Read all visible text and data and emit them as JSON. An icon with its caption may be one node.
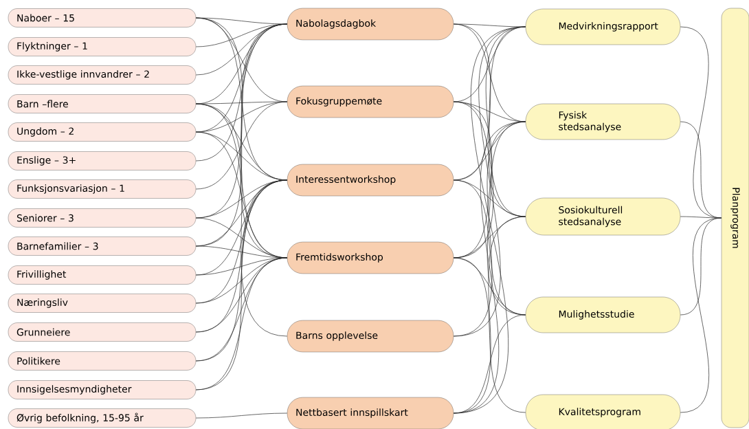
{
  "diagram": {
    "nodes": [
      {
        "text": [
          "Naboer – 15"
        ]
      },
      {
        "text": [
          "Flyktninger – 1"
        ]
      },
      {
        "text": [
          "Ikke-vestlige innvandrer – 2"
        ]
      },
      {
        "text": [
          "Barn –flere"
        ]
      },
      {
        "text": [
          "Ungdom – 2"
        ]
      },
      {
        "text": [
          "Enslige – 3+"
        ]
      },
      {
        "text": [
          "Funksjonsvariasjon – 1"
        ]
      },
      {
        "text": [
          "Seniorer – 3"
        ]
      },
      {
        "text": [
          "Barnefamilier – 3"
        ]
      },
      {
        "text": [
          "Frivillighet"
        ]
      },
      {
        "text": [
          "Næringsliv"
        ]
      },
      {
        "text": [
          "Grunneiere"
        ]
      },
      {
        "text": [
          "Politikere"
        ]
      },
      {
        "text": [
          "Innsigelsesmyndigheter"
        ]
      },
      {
        "text": [
          "Øvrig befolkning, 15-95 år"
        ]
      },
      {
        "text": [
          "Nabolagsdagbok"
        ]
      },
      {
        "text": [
          "Fokusgruppemøte"
        ]
      },
      {
        "text": [
          "Interessentworkshop"
        ]
      },
      {
        "text": [
          "Fremtidsworkshop"
        ]
      },
      {
        "text": [
          "Barns opplevelse"
        ]
      },
      {
        "text": [
          "Nettbasert innspillskart"
        ]
      },
      {
        "text": [
          "Medvirkningsrapport"
        ]
      },
      {
        "text": [
          "Fysisk stedsanalyse"
        ]
      },
      {
        "text": [
          "Sosiokulturell stedsanalyse"
        ]
      },
      {
        "text": [
          "Mulighetsstudie"
        ]
      },
      {
        "text": [
          "Kvalitetsprogram"
        ]
      },
      {
        "text": [
          "Planprogram"
        ]
      }
    ],
    "edges": [
      {
        "from": 0,
        "to": 15,
        "arrow": "none"
      },
      {
        "from": 0,
        "to": 16,
        "arrow": "none"
      },
      {
        "from": 0,
        "to": 17,
        "arrow": "none"
      },
      {
        "from": 0,
        "to": 18,
        "arrow": "none"
      },
      {
        "from": 1,
        "to": 15,
        "arrow": "none"
      },
      {
        "from": 2,
        "to": 15,
        "arrow": "none"
      },
      {
        "from": 3,
        "to": 15,
        "arrow": "none"
      },
      {
        "from": 3,
        "to": 16,
        "arrow": "none"
      },
      {
        "from": 3,
        "to": 17,
        "arrow": "none"
      },
      {
        "from": 3,
        "to": 18,
        "arrow": "none"
      },
      {
        "from": 3,
        "to": 19,
        "arrow": "none"
      },
      {
        "from": 4,
        "to": 15,
        "arrow": "none"
      },
      {
        "from": 4,
        "to": 16,
        "arrow": "none"
      },
      {
        "from": 4,
        "to": 17,
        "arrow": "none"
      },
      {
        "from": 4,
        "to": 18,
        "arrow": "none"
      },
      {
        "from": 5,
        "to": 15,
        "arrow": "none"
      },
      {
        "from": 6,
        "to": 16,
        "arrow": "none"
      },
      {
        "from": 7,
        "to": 15,
        "arrow": "none"
      },
      {
        "from": 7,
        "to": 17,
        "arrow": "none"
      },
      {
        "from": 7,
        "to": 18,
        "arrow": "none"
      },
      {
        "from": 8,
        "to": 15,
        "arrow": "none"
      },
      {
        "from": 8,
        "to": 17,
        "arrow": "none"
      },
      {
        "from": 8,
        "to": 18,
        "arrow": "none"
      },
      {
        "from": 9,
        "to": 17,
        "arrow": "none"
      },
      {
        "from": 9,
        "to": 18,
        "arrow": "none"
      },
      {
        "from": 10,
        "to": 17,
        "arrow": "none"
      },
      {
        "from": 10,
        "to": 18,
        "arrow": "none"
      },
      {
        "from": 11,
        "to": 17,
        "arrow": "none"
      },
      {
        "from": 11,
        "to": 18,
        "arrow": "none"
      },
      {
        "from": 12,
        "to": 17,
        "arrow": "none"
      },
      {
        "from": 12,
        "to": 18,
        "arrow": "none"
      },
      {
        "from": 13,
        "to": 17,
        "arrow": "none"
      },
      {
        "from": 13,
        "to": 18,
        "arrow": "none"
      },
      {
        "from": 14,
        "to": 20,
        "arrow": "none"
      },
      {
        "from": 15,
        "to": 21,
        "arrow": "none"
      },
      {
        "from": 15,
        "to": 22,
        "arrow": "none"
      },
      {
        "from": 15,
        "to": 23,
        "arrow": "none"
      },
      {
        "from": 16,
        "to": 21,
        "arrow": "none"
      },
      {
        "from": 16,
        "to": 22,
        "arrow": "none"
      },
      {
        "from": 16,
        "to": 23,
        "arrow": "none"
      },
      {
        "from": 16,
        "to": 24,
        "arrow": "none"
      },
      {
        "from": 17,
        "to": 21,
        "arrow": "none"
      },
      {
        "from": 17,
        "to": 22,
        "arrow": "none"
      },
      {
        "from": 17,
        "to": 23,
        "arrow": "none"
      },
      {
        "from": 17,
        "to": 24,
        "arrow": "none"
      },
      {
        "from": 18,
        "to": 21,
        "arrow": "none"
      },
      {
        "from": 18,
        "to": 22,
        "arrow": "none"
      },
      {
        "from": 18,
        "to": 23,
        "arrow": "none"
      },
      {
        "from": 18,
        "to": 24,
        "arrow": "none"
      },
      {
        "from": 18,
        "to": 25,
        "arrow": "none"
      },
      {
        "from": 19,
        "to": 21,
        "arrow": "none"
      },
      {
        "from": 19,
        "to": 22,
        "arrow": "none"
      },
      {
        "from": 20,
        "to": 21,
        "arrow": "none"
      },
      {
        "from": 20,
        "to": 22,
        "arrow": "none"
      },
      {
        "from": 20,
        "to": 23,
        "arrow": "none"
      },
      {
        "from": 20,
        "to": 24,
        "arrow": "none"
      },
      {
        "from": 21,
        "to": 26,
        "arrow": "none"
      },
      {
        "from": 22,
        "to": 26,
        "arrow": "none"
      },
      {
        "from": 23,
        "to": 26,
        "arrow": "none"
      },
      {
        "from": 24,
        "to": 26,
        "arrow": "none"
      },
      {
        "from": 25,
        "to": 26,
        "arrow": "none"
      }
    ]
  }
}
